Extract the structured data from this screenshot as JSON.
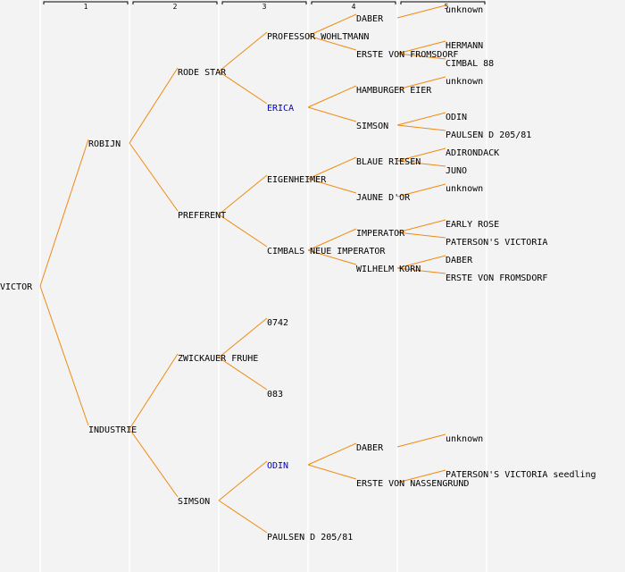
{
  "diagram": {
    "type": "pedigree-tree",
    "colors": {
      "background": "#f3f3f3",
      "edge": "#f08a10",
      "text": "#000000",
      "highlight": "#0000cc",
      "column_separator": "#ffffff"
    },
    "generations": [
      "1",
      "2",
      "3",
      "4",
      "5"
    ],
    "root": {
      "name": "VICTOR",
      "children": [
        {
          "name": "ROBIJN",
          "children": [
            {
              "name": "RODE STAR",
              "children": [
                {
                  "name": "PROFESSOR WOHLTMANN",
                  "children": [
                    {
                      "name": "DABER",
                      "children": [
                        {
                          "name": "unknown"
                        }
                      ]
                    },
                    {
                      "name": "ERSTE VON FROMSDORF",
                      "children": [
                        {
                          "name": "HERMANN"
                        },
                        {
                          "name": "CIMBAL 88"
                        }
                      ]
                    }
                  ]
                },
                {
                  "name": "ERICA",
                  "highlight": true,
                  "children": [
                    {
                      "name": "HAMBURGER EIER",
                      "children": [
                        {
                          "name": "unknown"
                        }
                      ]
                    },
                    {
                      "name": "SIMSON",
                      "children": [
                        {
                          "name": "ODIN"
                        },
                        {
                          "name": "PAULSEN D 205/81"
                        }
                      ]
                    }
                  ]
                }
              ]
            },
            {
              "name": "PREFERENT",
              "children": [
                {
                  "name": "EIGENHEIMER",
                  "children": [
                    {
                      "name": "BLAUE RIESEN",
                      "children": [
                        {
                          "name": "ADIRONDACK"
                        },
                        {
                          "name": "JUNO"
                        }
                      ]
                    },
                    {
                      "name": "JAUNE D'OR",
                      "children": [
                        {
                          "name": "unknown"
                        }
                      ]
                    }
                  ]
                },
                {
                  "name": "CIMBALS NEUE IMPERATOR",
                  "children": [
                    {
                      "name": "IMPERATOR",
                      "children": [
                        {
                          "name": "EARLY ROSE"
                        },
                        {
                          "name": "PATERSON'S VICTORIA"
                        }
                      ]
                    },
                    {
                      "name": "WILHELM KORN",
                      "children": [
                        {
                          "name": "DABER"
                        },
                        {
                          "name": "ERSTE VON FROMSDORF"
                        }
                      ]
                    }
                  ]
                }
              ]
            }
          ]
        },
        {
          "name": "INDUSTRIE",
          "children": [
            {
              "name": "ZWICKAUER FRUHE",
              "children": [
                {
                  "name": "0742"
                },
                {
                  "name": "083"
                }
              ]
            },
            {
              "name": "SIMSON",
              "children": [
                {
                  "name": "ODIN",
                  "highlight": true,
                  "children": [
                    {
                      "name": "DABER",
                      "children": [
                        {
                          "name": "unknown"
                        }
                      ]
                    },
                    {
                      "name": "ERSTE VON NASSENGRUND",
                      "children": [
                        {
                          "name": "PATERSON'S VICTORIA seedling"
                        }
                      ]
                    }
                  ]
                },
                {
                  "name": "PAULSEN D 205/81"
                }
              ]
            }
          ]
        }
      ]
    }
  }
}
